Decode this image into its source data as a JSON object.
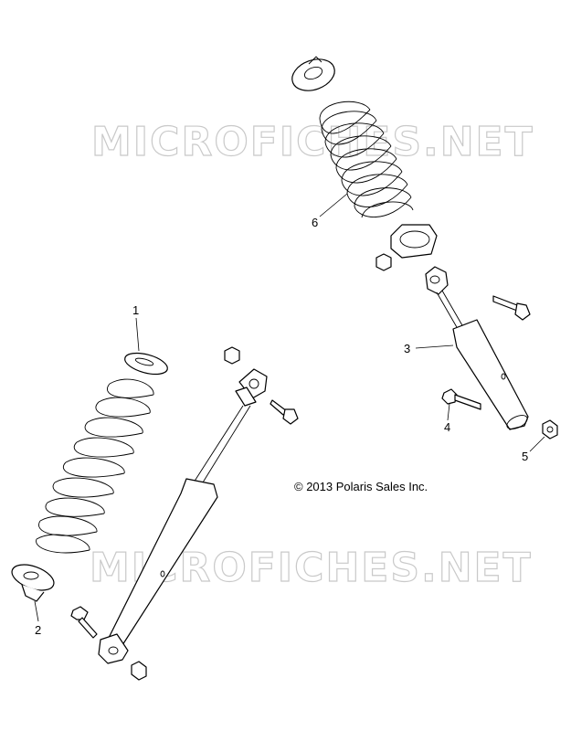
{
  "watermarks": [
    "MICROFICHES.NET",
    "MICROFICHES.NET"
  ],
  "copyright": "© 2013 Polaris Sales Inc.",
  "callouts": [
    "1",
    "2",
    "3",
    "4",
    "5",
    "6"
  ]
}
